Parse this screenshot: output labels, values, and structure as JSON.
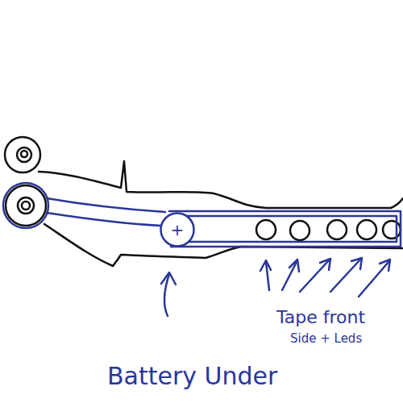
{
  "diagram": {
    "nodes": [
      {
        "text": [
          "+"
        ]
      }
    ],
    "labels": [
      "Battery Under",
      "Tape front",
      "Side + Leds"
    ]
  }
}
